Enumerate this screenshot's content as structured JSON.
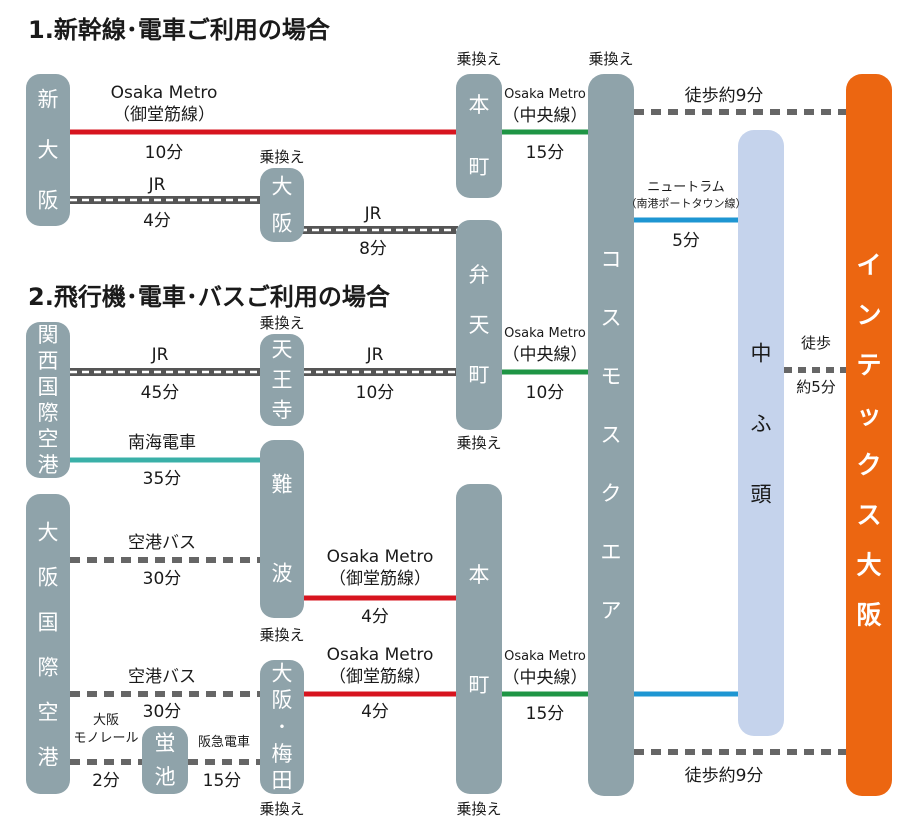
{
  "titles": {
    "section1": "1.新幹線･電車ご利用の場合",
    "section2": "2.飛行機･電車･バスご利用の場合"
  },
  "transfer_label": "乗換え",
  "stations": {
    "shin_osaka": "新大阪",
    "osaka": "大阪",
    "honmachi": "本町",
    "bentencho": "弁天町",
    "kix": "関西国際空港",
    "tennoji": "天王寺",
    "namba": "難波",
    "itami": "大阪国際空港",
    "hotarugaike": "蛍池",
    "umeda": "大阪･梅田",
    "cosmosquare": "コスモスクエア",
    "nakafuto": "中ふ頭",
    "intex": "インテックス大阪"
  },
  "routes": {
    "metro_midosuji_name": "Osaka Metro",
    "midosuji_line": "（御堂筋線）",
    "metro_chuo_name": "Osaka Metro",
    "chuo_line": "（中央線）",
    "jr": "JR",
    "nankai": "南海電車",
    "airport_bus": "空港バス",
    "monorail_1": "大阪",
    "monorail_2": "モノレール",
    "hankyu": "阪急電車",
    "newtram": "ニュートラム",
    "newtram_sub": "（南港ポートタウン線）",
    "walk": "徒歩",
    "walk_top": "徒歩約9分",
    "walk_bottom": "徒歩約9分",
    "walk_mid_1": "徒歩",
    "walk_mid_2": "約5分"
  },
  "times": {
    "shinosaka_honmachi": "10分",
    "shinosaka_osaka": "4分",
    "osaka_bentencho": "8分",
    "honmachi_cosmo_top": "15分",
    "bentencho_cosmo": "10分",
    "newtram": "5分",
    "kix_tennoji": "45分",
    "tennoji_bentencho": "10分",
    "kix_namba": "35分",
    "itami_namba": "30分",
    "namba_honmachi": "4分",
    "itami_umeda": "30分",
    "umeda_honmachi": "4分",
    "honmachi_cosmo_bottom": "15分",
    "monorail": "2分",
    "hankyu": "15分"
  },
  "colors": {
    "station": "#8fa3aa",
    "nakafuto": "#c5d3ec",
    "intex": "#ec6611",
    "midosuji": "#d7141f",
    "chuo": "#1f9545",
    "nankai": "#3ab0a8",
    "newtram": "#1e96d2",
    "dash": "#666666"
  }
}
